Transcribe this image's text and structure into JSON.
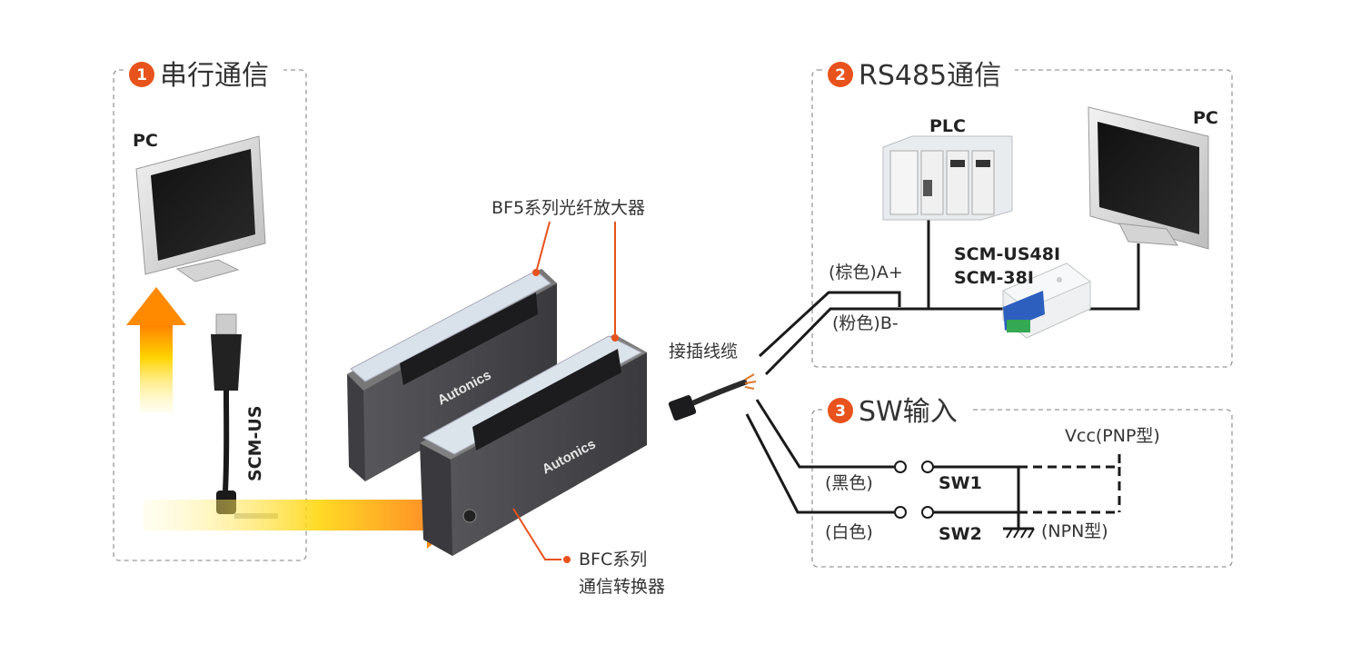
{
  "sections": [
    {
      "number": "1",
      "title": "串行通信"
    },
    {
      "number": "2",
      "title": "RS485通信"
    },
    {
      "number": "3",
      "title": "SW输入"
    }
  ],
  "devices": {
    "pc_left": "PC",
    "pc_right": "PC",
    "plc": "PLC",
    "converter_model_1": "SCM-US48I",
    "converter_model_2": "SCM-38I",
    "usb_cable": "SCM-US",
    "amplifier_label": "BF5系列光纤放大器",
    "comm_converter_line1": "BFC系列",
    "comm_converter_line2": "通信转换器",
    "connector_cable": "接插线缆",
    "brand": "Autonics"
  },
  "wiring": {
    "wire_a": "(棕色)A+",
    "wire_b": "(粉色)B-",
    "wire_black": "(黑色)",
    "wire_white": "(白色)",
    "sw1": "SW1",
    "sw2": "SW2",
    "vcc": "Vcc(PNP型)",
    "npn": "(NPN型)"
  },
  "colors": {
    "accent": "#e8521c",
    "arrow_start": "#ffd700",
    "arrow_end": "#ff8c00",
    "device_body": "#4a4a4e",
    "dashed_border": "#999999"
  }
}
